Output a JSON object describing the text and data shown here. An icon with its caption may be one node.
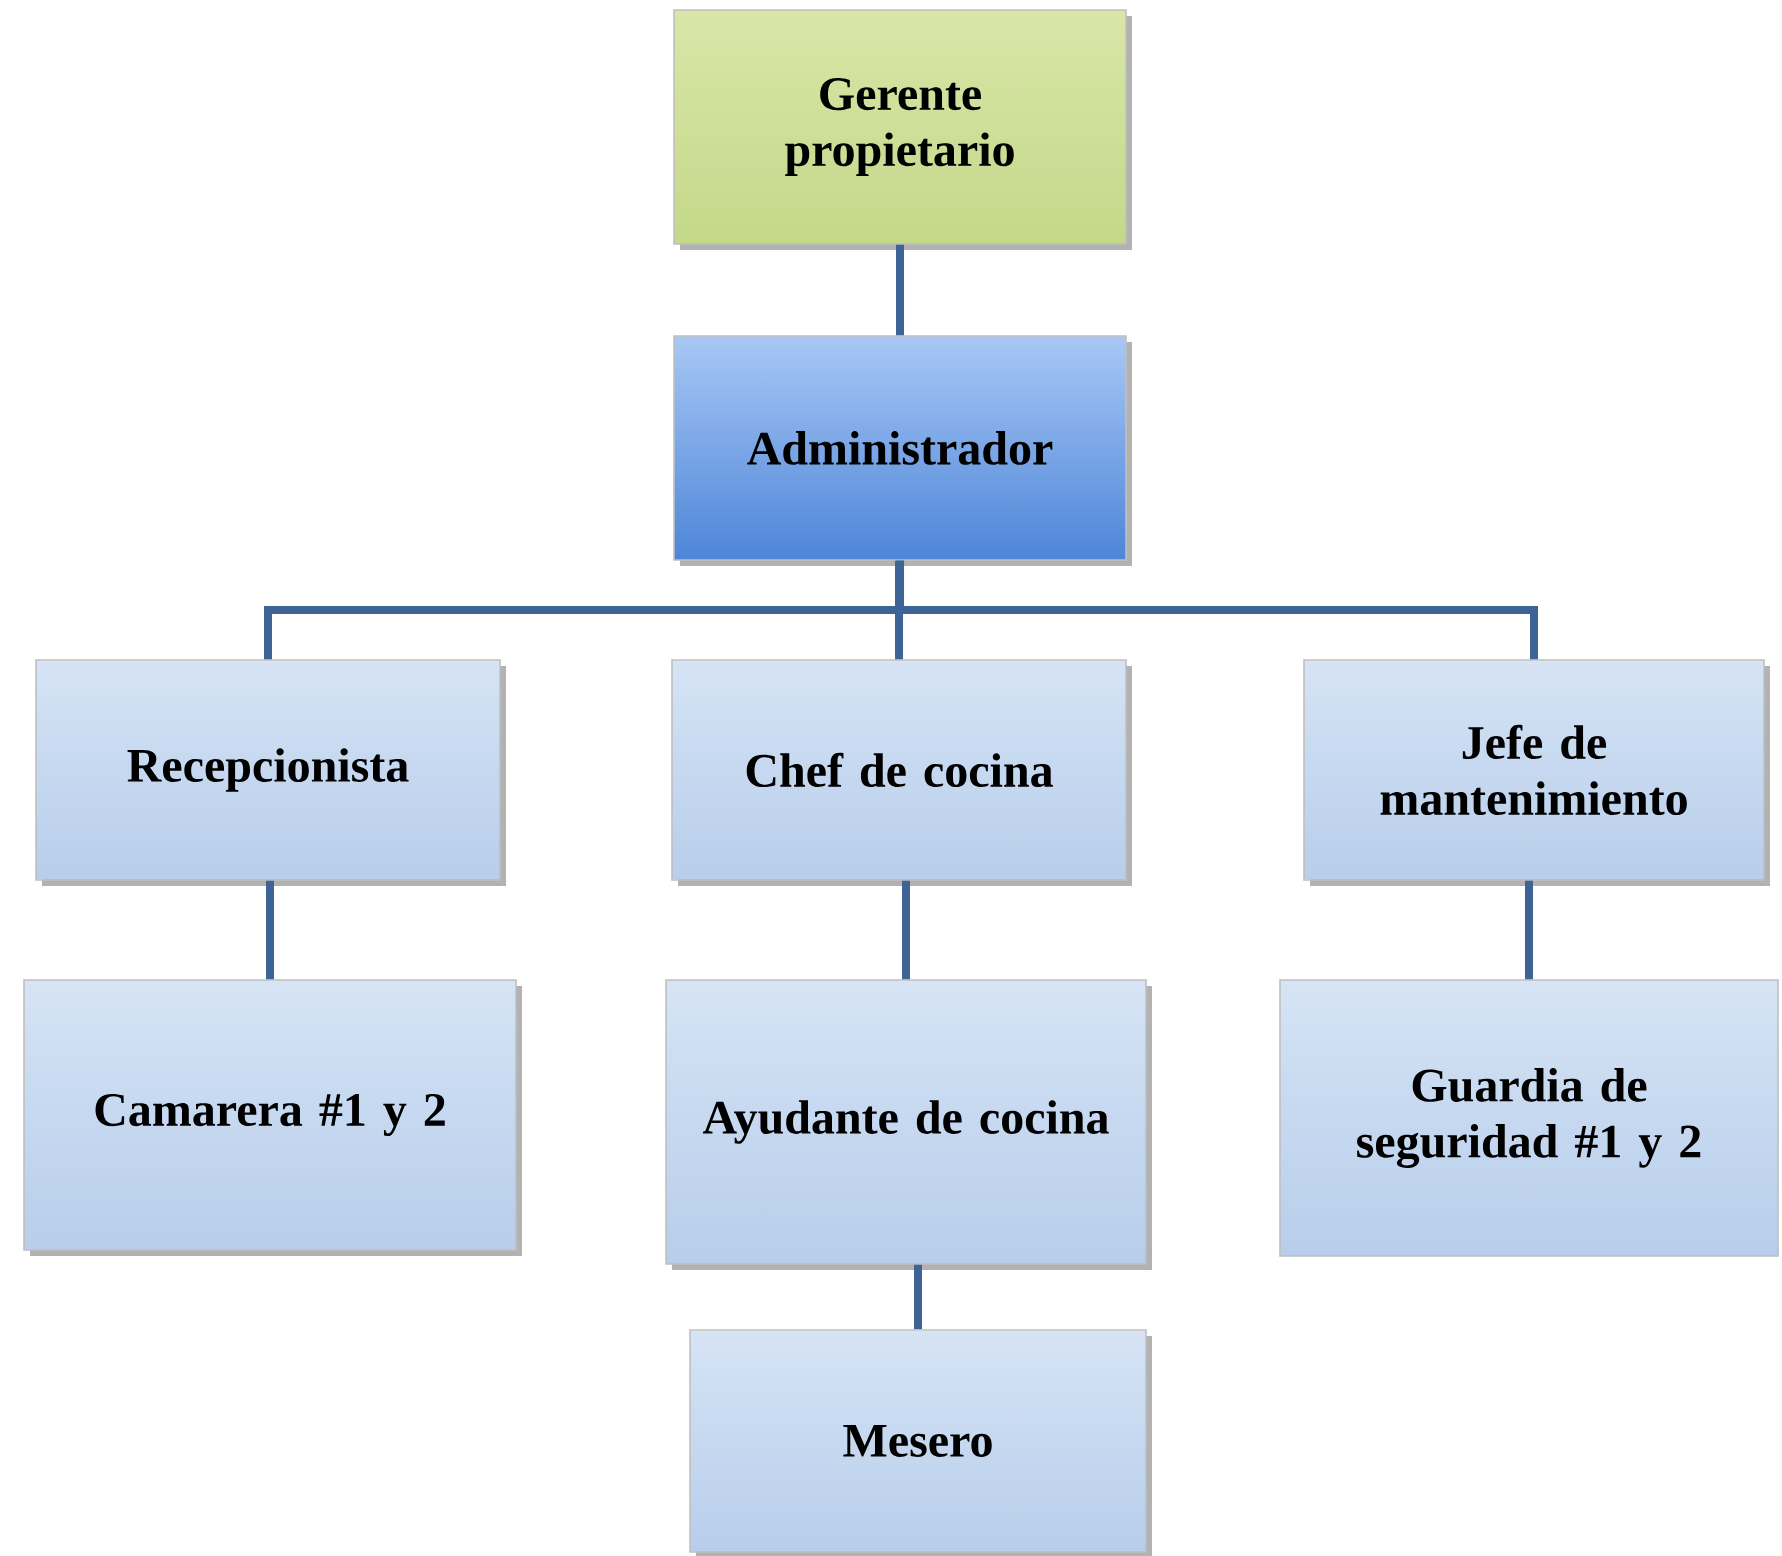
{
  "diagram": {
    "nodes": [
      {
        "text": [
          "Gerente propietario"
        ]
      },
      {
        "text": [
          "Administrador"
        ]
      },
      {
        "text": [
          "Recepcionista"
        ]
      },
      {
        "text": [
          "Chef de cocina"
        ]
      },
      {
        "text": [
          "Jefe de mantenimiento"
        ]
      },
      {
        "text": [
          "Camarera #1 y 2"
        ]
      },
      {
        "text": [
          "Ayudante de cocina"
        ]
      },
      {
        "text": [
          "Guardia de seguridad #1 y 2"
        ]
      },
      {
        "text": [
          "Mesero"
        ]
      }
    ],
    "edges": [
      {
        "from": 0,
        "to": 1,
        "arrow": "none"
      },
      {
        "from": 1,
        "to": 2,
        "arrow": "none"
      },
      {
        "from": 1,
        "to": 3,
        "arrow": "none"
      },
      {
        "from": 1,
        "to": 4,
        "arrow": "none"
      },
      {
        "from": 2,
        "to": 5,
        "arrow": "none"
      },
      {
        "from": 3,
        "to": 6,
        "arrow": "none"
      },
      {
        "from": 4,
        "to": 7,
        "arrow": "none"
      },
      {
        "from": 6,
        "to": 8,
        "arrow": "none"
      }
    ]
  }
}
